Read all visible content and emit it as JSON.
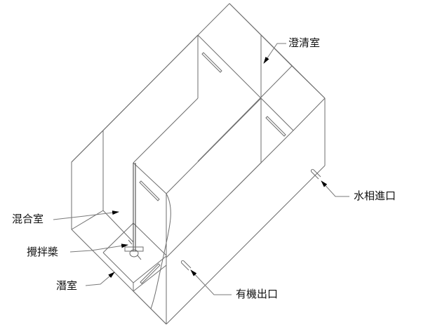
{
  "diagram": {
    "subject": "mixer-settler apparatus",
    "labels": {
      "clarification_chamber": "澄清室",
      "aqueous_inlet": "水相進口",
      "mixing_chamber": "混合室",
      "impeller": "攪拌槳",
      "submerged_chamber": "潛室",
      "organic_outlet": "有機出口"
    },
    "colors": {
      "line": "#6e6e6e",
      "text": "#111111",
      "arrow": "#000000"
    }
  }
}
